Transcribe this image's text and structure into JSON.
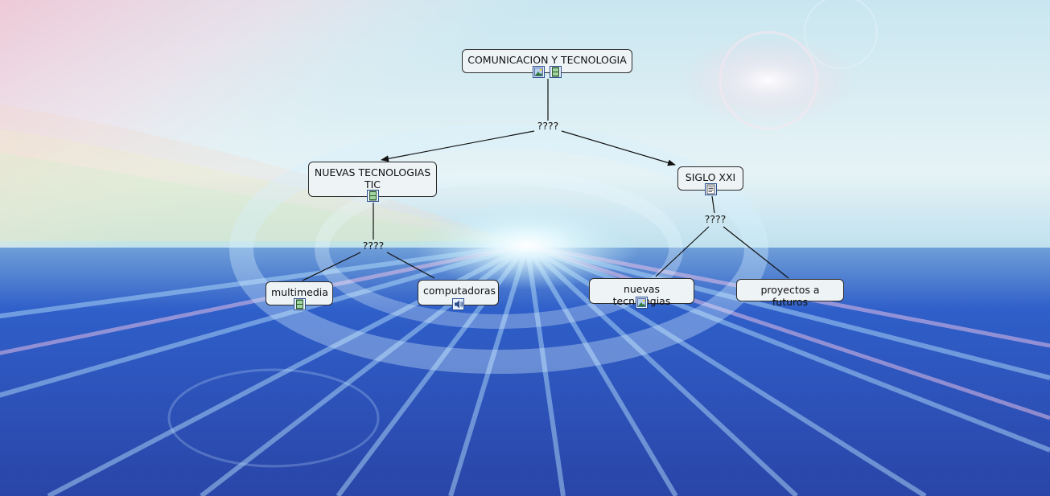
{
  "concepts": {
    "root": "COMUNICACION Y TECNOLOGIA",
    "nuevas_tecnologias_tic": "NUEVAS TECNOLOGIAS\nTIC",
    "siglo_xxi": "SIGLO XXI",
    "multimedia": "multimedia",
    "computadoras": "computadoras",
    "nuevas_tecnologias": "nuevas tecnologias",
    "proyectos_a_futuros": "proyectos a futuros"
  },
  "linking_phrases": {
    "root_link": "????",
    "tic_link": "????",
    "siglo_link": "????"
  },
  "resource_icons": {
    "root": [
      "image-icon",
      "video-icon"
    ],
    "nuevas_tecnologias_tic": [
      "video-icon"
    ],
    "siglo_xxi": [
      "document-icon"
    ],
    "multimedia": [
      "video-icon"
    ],
    "computadoras": [
      "audio-icon"
    ],
    "nuevas_tecnologias": [
      "image-icon"
    ]
  },
  "colors": {
    "node_fill": "#eef3f6",
    "node_border": "#2b2b2b",
    "link_line": "#111111"
  }
}
